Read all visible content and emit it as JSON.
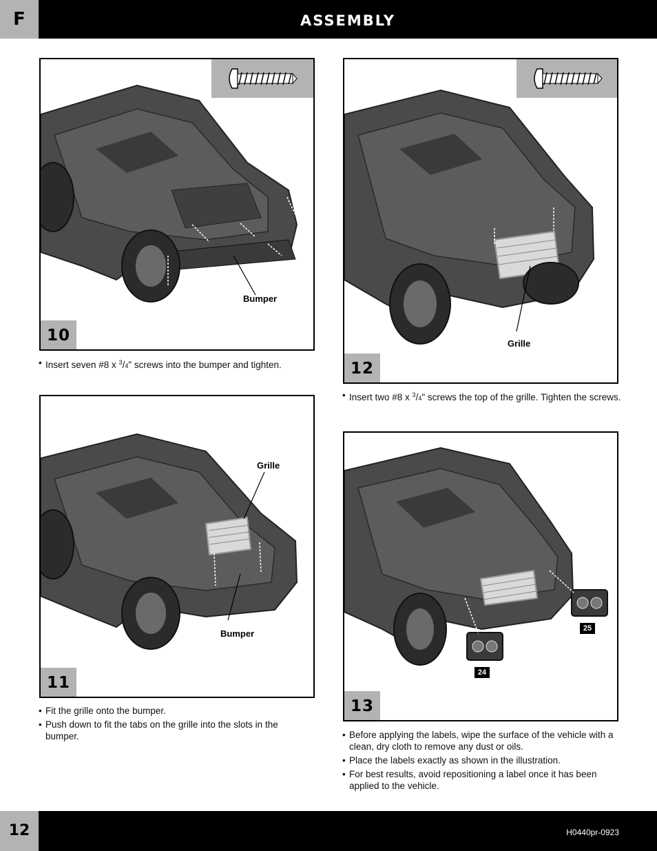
{
  "header": {
    "section_letter": "F",
    "title": "ASSEMBLY"
  },
  "footer": {
    "page_number": "12",
    "doc_code": "H0440pr-0923"
  },
  "steps": [
    {
      "number": "10",
      "callouts": [
        "Bumper"
      ],
      "instructions": [
        {
          "pre": "Insert seven #8 x ",
          "num": "3",
          "den": "4",
          "post": "\" screws into the bumper and tighten."
        }
      ]
    },
    {
      "number": "11",
      "callouts": [
        "Grille",
        "Bumper"
      ],
      "instructions": [
        "Fit the grille onto the bumper.",
        "Push down to fit the tabs on the grille into the slots in the bumper."
      ]
    },
    {
      "number": "12",
      "callouts": [
        "Grille"
      ],
      "instructions": [
        {
          "pre": "Insert two #8 x ",
          "num": "3",
          "den": "4",
          "post": "\" screws the top of the grille. Tighten the screws."
        }
      ]
    },
    {
      "number": "13",
      "labels": [
        "25",
        "24"
      ],
      "instructions": [
        "Before applying the labels, wipe the surface of the vehicle with a clean, dry cloth to remove any dust or oils.",
        "Place the labels exactly as shown in the illustration.",
        "For best results, avoid repositioning a label once it has been applied to the vehicle."
      ]
    }
  ]
}
